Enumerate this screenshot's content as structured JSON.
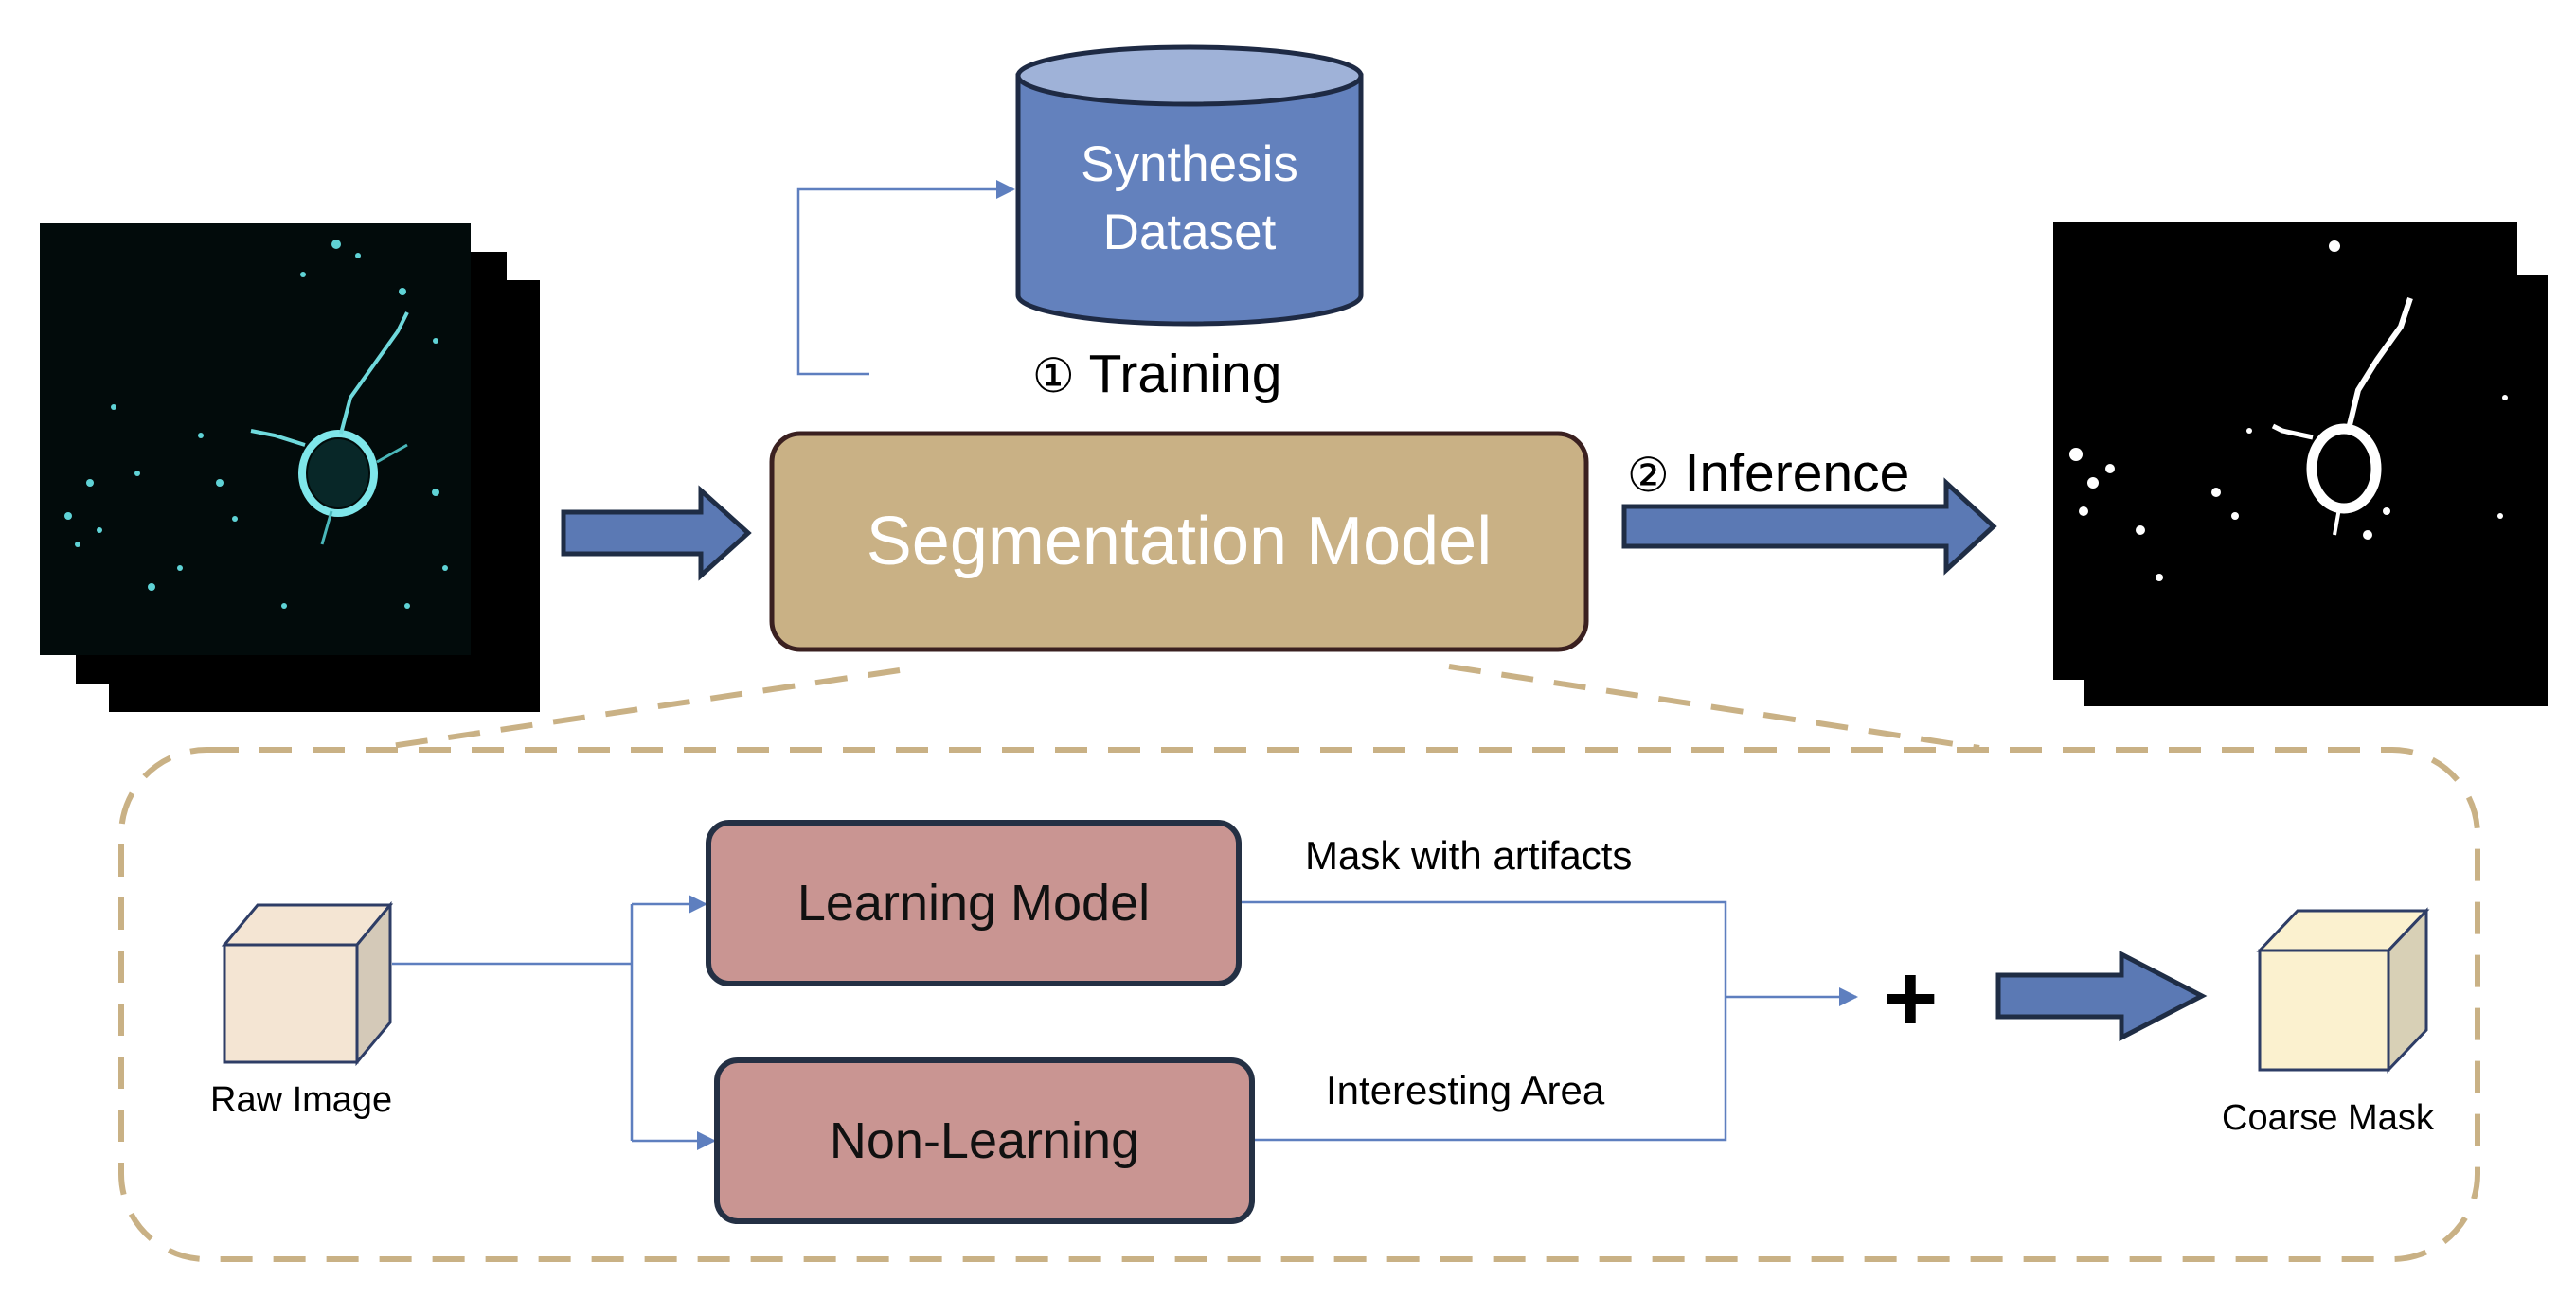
{
  "dataset": {
    "line1": "Synthesis",
    "line2": "Dataset"
  },
  "training": {
    "marker": "①",
    "label": "Training"
  },
  "inference": {
    "marker": "②",
    "label": "Inference"
  },
  "segmentation_model": {
    "label": "Segmentation Model"
  },
  "detail": {
    "learning_model": "Learning Model",
    "non_learning": "Non-Learning",
    "mask_with_artifacts": "Mask with artifacts",
    "interesting_area": "Interesting Area",
    "plus": "+",
    "raw_image": "Raw Image",
    "coarse_mask": "Coarse Mask"
  },
  "colors": {
    "arrow_fill": "#5b79b4",
    "arrow_stroke": "#1f2d45",
    "dataset_fill": "#6381bd",
    "dataset_top": "#9fb2d8",
    "model_fill": "#c9b185",
    "model_stroke": "#3a2020",
    "sub_box_fill": "#c99592",
    "sub_box_stroke": "#243044",
    "dashed_border": "#c9b185",
    "connector": "#5e7fbf",
    "raw_cube": "#f4e5d3",
    "mask_cube": "#fbf1cf"
  }
}
